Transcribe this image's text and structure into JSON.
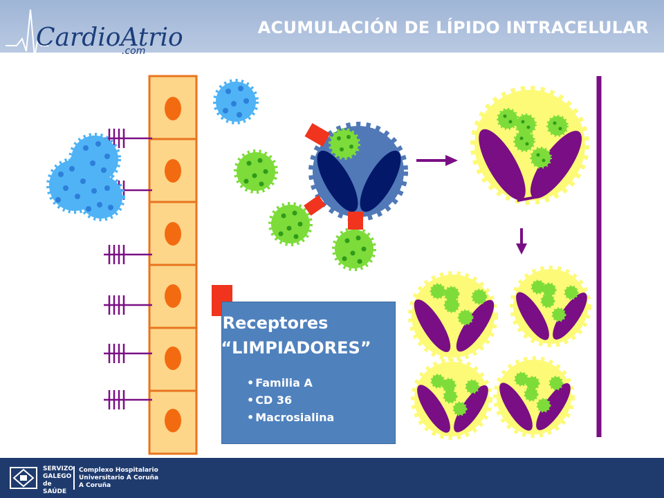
{
  "header": {
    "title": "ACUMULACIÓN DE LÍPIDO INTRACELULAR",
    "logo_text": "CardioAtrio",
    "logo_sub": ".com"
  },
  "receptor_box": {
    "title_line1": "Receptores",
    "title_line2": "“LIMPIADORES”",
    "items": [
      "Familia A",
      "CD 36",
      "Macrosialina"
    ]
  },
  "footer": {
    "left_lines": [
      "SERVIZO",
      "GALEGO",
      "de SAÚDE"
    ],
    "right_lines": [
      "Complexo Hospitalario",
      "Universitario A Coruña",
      "A Coruña"
    ]
  },
  "colors": {
    "header": "#9fb5d6",
    "endothelium_fill": "#fdd68a",
    "endothelium_border": "#e8741e",
    "nucleus": "#f36b10",
    "ldl_blue": "#4fb3f5",
    "oxldl_green": "#7ddc3a",
    "macrophage": "#5179b8",
    "macrophage_nucleus": "#04186a",
    "receptor": "#f0341e",
    "foam_cell": "#fdfa78",
    "foam_nucleus": "#7a0e84",
    "box": "#4f81bd",
    "footer": "#1f3b6e"
  }
}
